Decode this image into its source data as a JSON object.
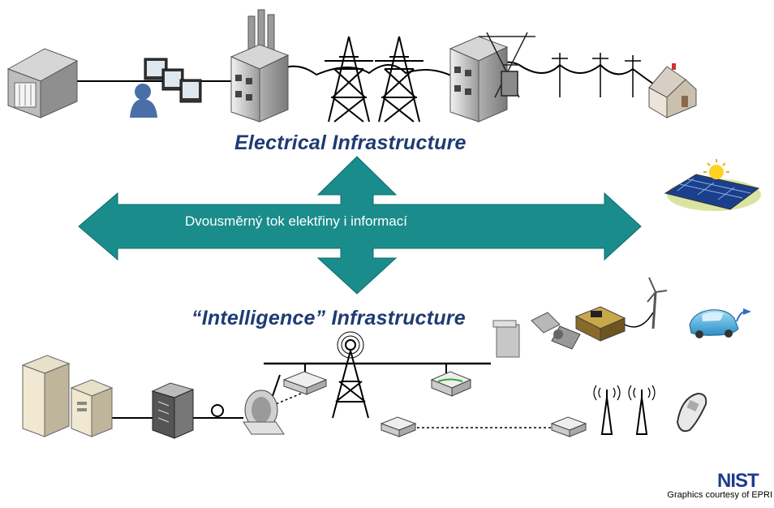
{
  "titles": {
    "electrical": "Electrical Infrastructure",
    "intelligence": "“Intelligence” Infrastructure"
  },
  "arrow": {
    "label": "Dvousměrný tok elektřiny i  informací",
    "color": "#1a8c8c"
  },
  "credit": "Graphics courtesy of EPRI",
  "logo": {
    "text": "NIST",
    "color": "#1f3b8c"
  },
  "colors": {
    "title": "#1f3b73",
    "power_line": "#000000",
    "building": "#c9c9c9"
  }
}
